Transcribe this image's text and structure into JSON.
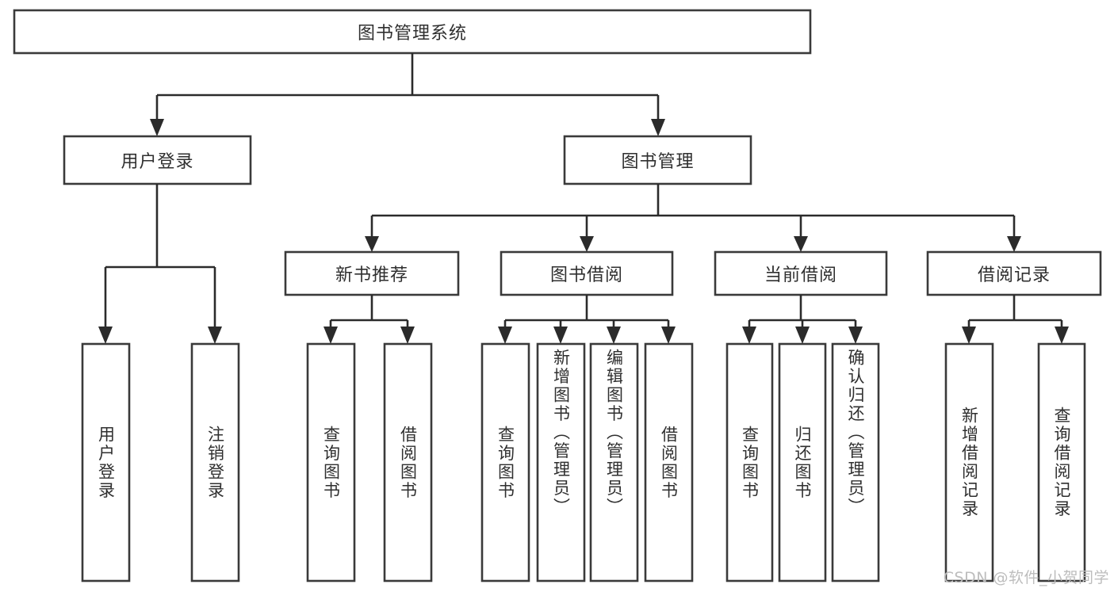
{
  "diagram": {
    "type": "tree-hierarchy-flowchart",
    "title": "图书管理系统",
    "root": {
      "id": "root",
      "label": "图书管理系统",
      "orientation": "horizontal"
    },
    "level1": [
      {
        "id": "user-login",
        "label": "用户登录",
        "orientation": "horizontal"
      },
      {
        "id": "book-manage",
        "label": "图书管理",
        "orientation": "horizontal"
      }
    ],
    "level2": [
      {
        "id": "new-book-recommend",
        "label": "新书推荐",
        "parent": "book-manage",
        "orientation": "horizontal"
      },
      {
        "id": "book-borrow",
        "label": "图书借阅",
        "parent": "book-manage",
        "orientation": "horizontal"
      },
      {
        "id": "current-borrow",
        "label": "当前借阅",
        "parent": "book-manage",
        "orientation": "horizontal"
      },
      {
        "id": "borrow-record",
        "label": "借阅记录",
        "parent": "book-manage",
        "orientation": "horizontal"
      }
    ],
    "leaves": [
      {
        "id": "leaf-user-login",
        "label": "用户登录",
        "parent": "user-login",
        "orientation": "vertical"
      },
      {
        "id": "leaf-logout-login",
        "label": "注销登录",
        "parent": "user-login",
        "orientation": "vertical"
      },
      {
        "id": "leaf-query-book-1",
        "label": "查询图书",
        "parent": "new-book-recommend",
        "orientation": "vertical"
      },
      {
        "id": "leaf-borrow-book-1",
        "label": "借阅图书",
        "parent": "new-book-recommend",
        "orientation": "vertical"
      },
      {
        "id": "leaf-query-book-2",
        "label": "查询图书",
        "parent": "book-borrow",
        "orientation": "vertical"
      },
      {
        "id": "leaf-add-book",
        "label": "新增图书（管理员）",
        "parent": "book-borrow",
        "orientation": "vertical"
      },
      {
        "id": "leaf-edit-book",
        "label": "编辑图书（管理员）",
        "parent": "book-borrow",
        "orientation": "vertical"
      },
      {
        "id": "leaf-borrow-book-2",
        "label": "借阅图书",
        "parent": "book-borrow",
        "orientation": "vertical"
      },
      {
        "id": "leaf-query-book-3",
        "label": "查询图书",
        "parent": "current-borrow",
        "orientation": "vertical"
      },
      {
        "id": "leaf-return-book",
        "label": "归还图书",
        "parent": "current-borrow",
        "orientation": "vertical"
      },
      {
        "id": "leaf-confirm-return",
        "label": "确认归还（管理员）",
        "parent": "current-borrow",
        "orientation": "vertical"
      },
      {
        "id": "leaf-add-record",
        "label": "新增借阅记录",
        "parent": "borrow-record",
        "orientation": "vertical"
      },
      {
        "id": "leaf-query-record",
        "label": "查询借阅记录",
        "parent": "borrow-record",
        "orientation": "vertical"
      }
    ],
    "watermark": "CSDN @软件_小贺同学",
    "colors": {
      "box_stroke": "#3a3a3a",
      "box_fill": "#ffffff",
      "connector": "#2b2b2b",
      "text": "#2f2f2f",
      "watermark": "#bdbdbd",
      "background": "#ffffff"
    }
  }
}
